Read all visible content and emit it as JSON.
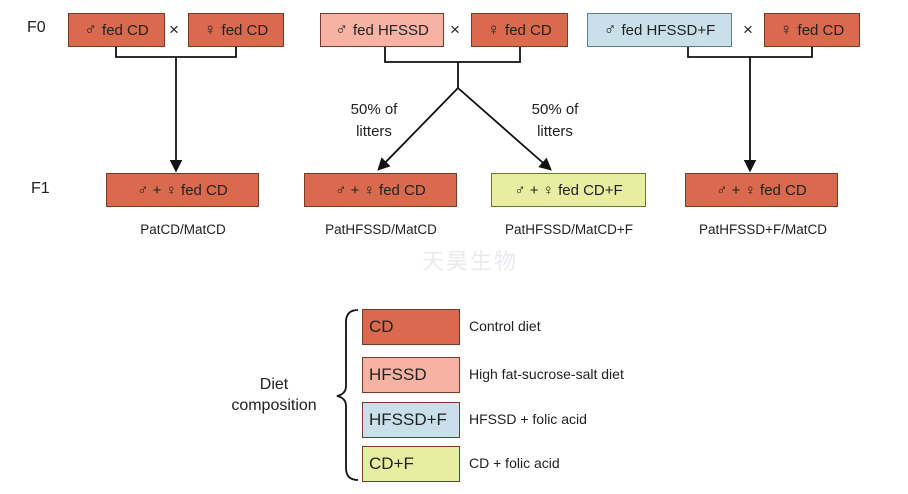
{
  "generations": {
    "f0": "F0",
    "f1": "F1"
  },
  "cross_symbol": "×",
  "f0_boxes": [
    {
      "male_symbol": "♂",
      "male_text": "fed CD",
      "female_symbol": "♀",
      "female_text": "fed CD"
    },
    {
      "male_symbol": "♂",
      "male_text": "fed HFSSD",
      "female_symbol": "♀",
      "female_text": "fed CD"
    },
    {
      "male_symbol": "♂",
      "male_text": "fed HFSSD+F",
      "female_symbol": "♀",
      "female_text": "fed CD"
    }
  ],
  "litters_label": {
    "line1": "50% of",
    "line2": "litters"
  },
  "f1_boxes": [
    {
      "text": "♂ + ♀ fed CD",
      "caption": "PatCD/MatCD"
    },
    {
      "text": "♂ + ♀ fed CD",
      "caption": "PatHFSSD/MatCD"
    },
    {
      "text": "♂ + ♀ fed CD+F",
      "caption": "PatHFSSD/MatCD+F"
    },
    {
      "text": "♂ + ♀ fed CD",
      "caption": "PatHFSSD+F/MatCD"
    }
  ],
  "legend": {
    "title_line1": "Diet",
    "title_line2": "composition",
    "items": [
      {
        "code": "CD",
        "description": "Control diet",
        "color": "#d96a4e"
      },
      {
        "code": "HFSSD",
        "description": "High fat-sucrose-salt diet",
        "color": "#f6b3a4"
      },
      {
        "code": "HFSSD+F",
        "description": "HFSSD + folic acid",
        "color": "#c9dfe9"
      },
      {
        "code": "CD+F",
        "description": "CD + folic acid",
        "color": "#e8eea1"
      }
    ]
  },
  "watermark": "天昊生物"
}
